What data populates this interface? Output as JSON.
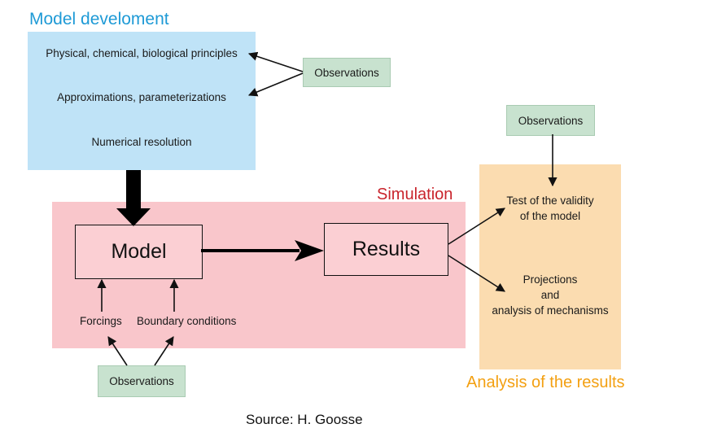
{
  "model_development": {
    "title": "Model develoment",
    "items": [
      "Physical, chemical, biological principles",
      "Approximations, parameterizations",
      "Numerical resolution"
    ]
  },
  "observations_top": "Observations",
  "observations_right": "Observations",
  "observations_bottom": "Observations",
  "simulation": {
    "label": "Simulation",
    "model": "Model",
    "results": "Results",
    "forcings": "Forcings",
    "boundary": "Boundary conditions"
  },
  "analysis": {
    "label": "Analysis of the results",
    "validity_line1": "Test of the validity",
    "validity_line2": "of the model",
    "proj_line1": "Projections",
    "proj_line2": "and",
    "proj_line3": "analysis of mechanisms"
  },
  "source": "Source: H. Goosse",
  "colors": {
    "blue_panel": "#bfe3f7",
    "pink_panel": "#f9c6cb",
    "orange_panel": "#fbdcb0",
    "observation_box": "#c8e2cf",
    "simulation_label": "#c9242c",
    "model_dev_label": "#1e9ad6",
    "analysis_label": "#f3a012"
  }
}
